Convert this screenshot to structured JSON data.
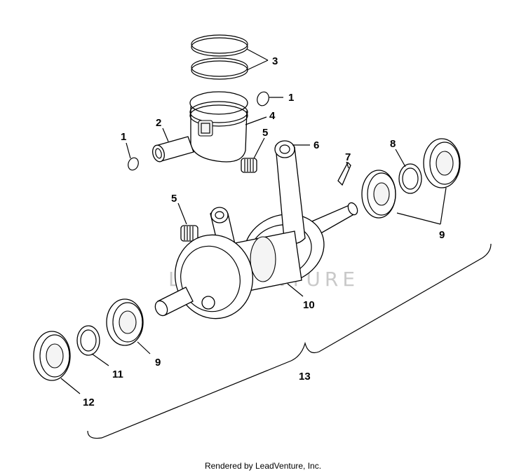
{
  "callouts": {
    "c1a": "1",
    "c1b": "1",
    "c2": "2",
    "c3": "3",
    "c4": "4",
    "c5a": "5",
    "c5b": "5",
    "c6": "6",
    "c7": "7",
    "c8": "8",
    "c9a": "9",
    "c9b": "9",
    "c10": "10",
    "c11": "11",
    "c12": "12",
    "c13": "13"
  },
  "watermark": "LEADVENTURE",
  "footer": "Rendered by LeadVenture, Inc."
}
